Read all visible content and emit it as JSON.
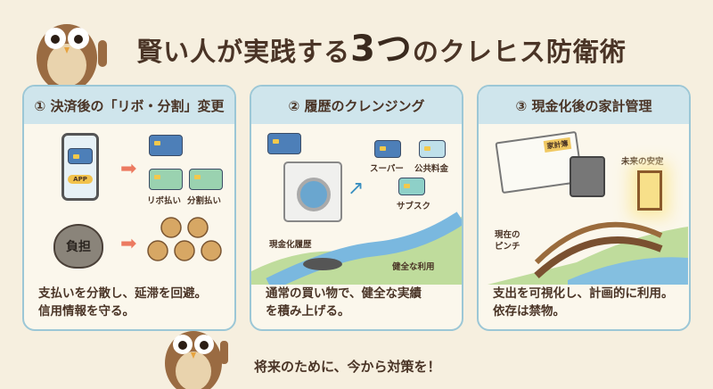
{
  "title": {
    "pre": "賢い人が実践する",
    "num": "3つ",
    "post": "のクレヒス防衛術"
  },
  "cards": [
    {
      "heading": "① 決済後の「リボ・分割」変更",
      "labels": {
        "app": "APP",
        "revo": "リボ払い",
        "split": "分割払い",
        "burden": "負担"
      },
      "desc": [
        "支払いを分散し、延滞を回避。",
        "信用情報を守る。"
      ]
    },
    {
      "heading": "② 履歴のクレンジング",
      "labels": {
        "super": "スーパー",
        "utility": "公共料金",
        "subsc": "サブスク",
        "cash_history": "現金化履歴",
        "healthy": "健全な利用"
      },
      "desc": [
        "通常の買い物で、健全な実績",
        "を積み上げる。"
      ]
    },
    {
      "heading": "③ 現金化後の家計管理",
      "labels": {
        "ledger": "家計簿",
        "future": "未来の安定",
        "pinch": "現在の\nピンチ"
      },
      "desc": [
        "支出を可視化し、計画的に利用。",
        "依存は禁物。"
      ]
    }
  ],
  "footer": "将来のために、今から対策を！",
  "colors": {
    "background": "#f6efdf",
    "card_header": "#cfe5ec",
    "card_border": "#9cc7d6",
    "text": "#4a3426",
    "arrow": "#ec7a60"
  }
}
